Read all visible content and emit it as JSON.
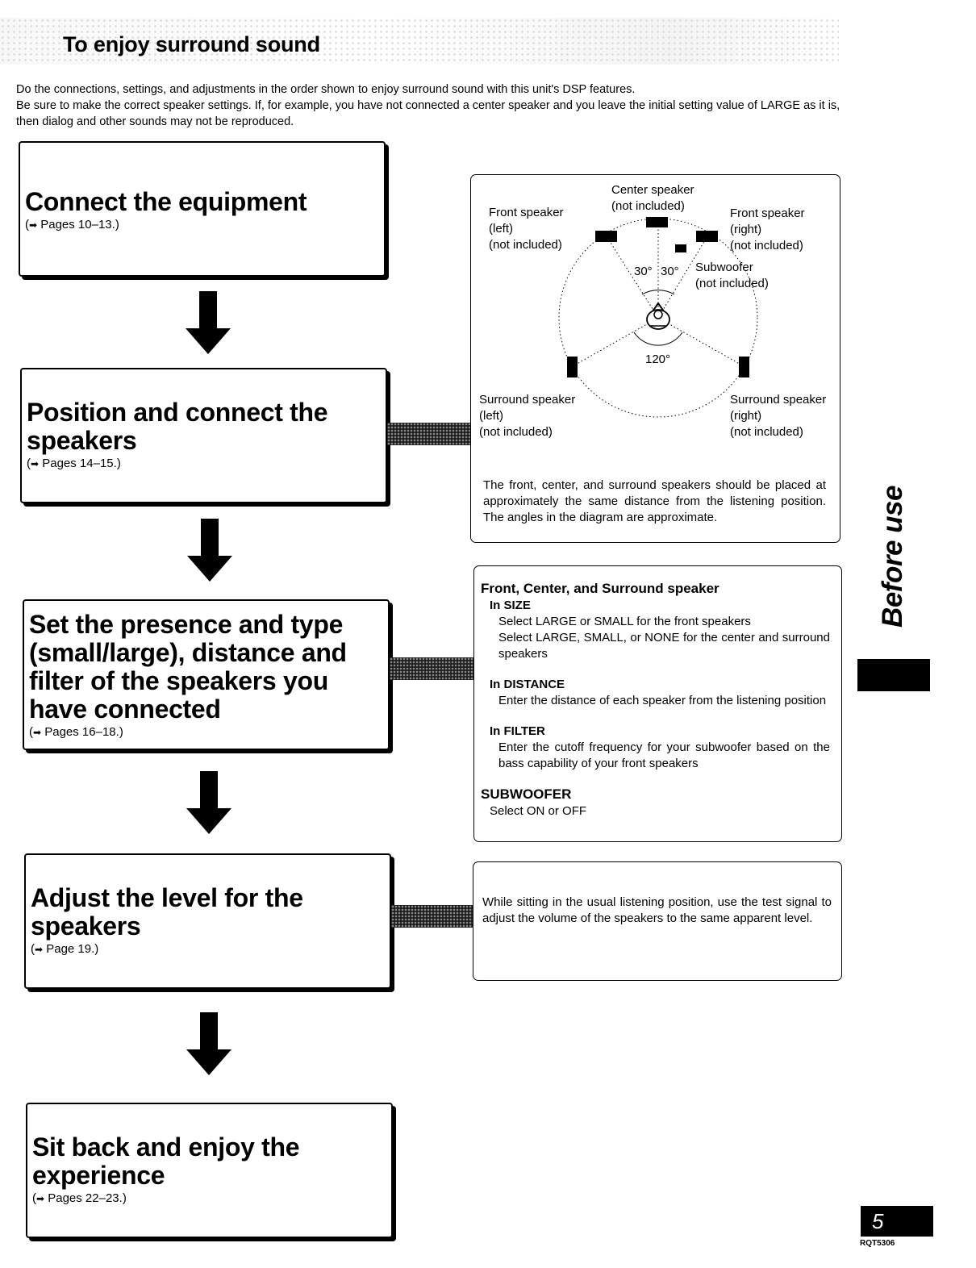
{
  "page": {
    "title": "To enjoy surround sound",
    "intro": [
      "Do the connections, settings, and adjustments in the order shown to enjoy surround sound with this unit's DSP features.",
      "Be sure to make the correct speaker settings. If, for example, you have not connected a center speaker and you leave the initial setting value of LARGE as it is, then dialog and other sounds may not be reproduced."
    ],
    "side_tab": "Before use",
    "page_number": "5",
    "model_code": "RQT5306"
  },
  "steps": [
    {
      "title": "Connect the equipment",
      "ref_arrow": "➡",
      "ref": "Pages 10–13."
    },
    {
      "title": "Position and connect the speakers",
      "ref_arrow": "➡",
      "ref": "Pages 14–15."
    },
    {
      "title": "Set the presence and type (small/large), distance and filter of the speakers you have connected",
      "ref_arrow": "➡",
      "ref": "Pages 16–18."
    },
    {
      "title": "Adjust the level for the speakers",
      "ref_arrow": "➡",
      "ref": "Page 19."
    },
    {
      "title": "Sit back and enjoy the experience",
      "ref_arrow": "➡",
      "ref": "Pages 22–23."
    }
  ],
  "diagram": {
    "center_speaker": [
      "Center speaker",
      "(not included)"
    ],
    "front_left": [
      "Front speaker",
      "(left)",
      "(not included)"
    ],
    "front_right": [
      "Front speaker",
      "(right)",
      "(not included)"
    ],
    "subwoofer": [
      "Subwoofer",
      "(not included)"
    ],
    "surround_left": [
      "Surround speaker",
      "(left)",
      "(not included)"
    ],
    "surround_right": [
      "Surround speaker",
      "(right)",
      "(not included)"
    ],
    "angle_left": "30°",
    "angle_right": "30°",
    "angle_rear": "120°",
    "note": "The front, center, and surround speakers should be placed at approximately the same distance from the listening position. The angles in the diagram are approximate."
  },
  "settings": {
    "heading": "Front, Center, and Surround speaker",
    "size_heading": "In SIZE",
    "size_lines": [
      "Select LARGE or SMALL for the front speakers",
      "Select LARGE, SMALL, or NONE for the center and surround speakers"
    ],
    "distance_heading": "In DISTANCE",
    "distance_text": "Enter the distance of each speaker from the listening position",
    "filter_heading": "In FILTER",
    "filter_text": "Enter the cutoff frequency for your subwoofer based on the bass capability of your front speakers",
    "subwoofer_heading": "SUBWOOFER",
    "subwoofer_text": "Select ON or OFF"
  },
  "level": {
    "text": "While sitting in the usual listening position, use the test signal to adjust the volume of the speakers to the same apparent level."
  }
}
